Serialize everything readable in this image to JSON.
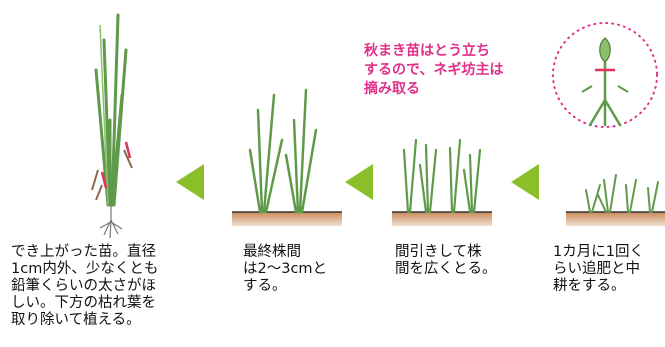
{
  "steps": [
    {
      "id": "finished",
      "lines": [
        "でき上がった苗。直径",
        "1cm内外、少なくとも",
        "鉛筆くらいの太さがほ",
        "しい。下方の枯れ葉を",
        "取り除いて植える。"
      ]
    },
    {
      "id": "final-spacing",
      "lines": [
        "最終株間",
        "は2〜3cmと",
        "する。"
      ]
    },
    {
      "id": "thinning",
      "lines": [
        "間引きして株",
        "間を広くとる。"
      ]
    },
    {
      "id": "monthly",
      "lines": [
        "1カ月に1回く",
        "らい追肥と中",
        "耕をする。"
      ]
    }
  ],
  "note": {
    "lines": [
      "秋まき苗はとう立ち",
      "するので、ネギ坊主は",
      "摘み取る"
    ],
    "color": "#e0308a"
  },
  "colors": {
    "arrow": "#8bbf2a",
    "leaf": "#5f9a4a",
    "soil": "#b97a50",
    "note": "#e0308a",
    "cut_mark": "#e0305a"
  }
}
